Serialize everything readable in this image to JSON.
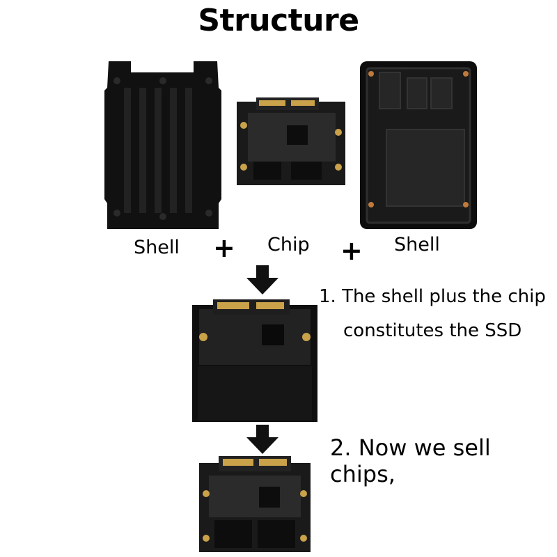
{
  "title": "Structure",
  "labels": {
    "left_shell": "Shell",
    "chip": "Chip",
    "right_shell": "Shell",
    "plus": "+"
  },
  "steps": {
    "step1_line1": "1. The shell plus the chip",
    "step1_line2": "constitutes the SSD",
    "step2": "2. Now we sell chips,"
  },
  "icons": [
    "down-arrow-icon"
  ]
}
